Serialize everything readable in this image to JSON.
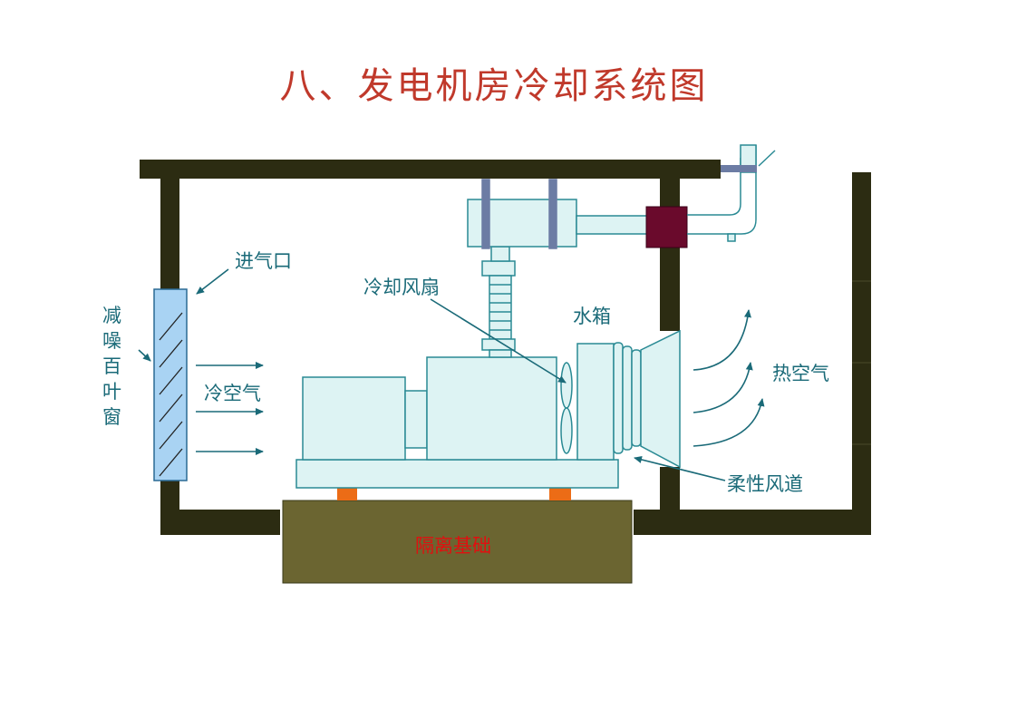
{
  "title": "八、发电机房冷却系统图",
  "labels": {
    "intake": "进气口",
    "louver": "减噪百叶窗",
    "cold_air": "冷空气",
    "cooling_fan": "冷却风扇",
    "water_tank": "水箱",
    "hot_air": "热空气",
    "flexible_duct": "柔性风道",
    "foundation": "隔离基础"
  },
  "colors": {
    "title": "#c0392b",
    "label": "#1a6a78",
    "foundation_label": "#e01010",
    "wall": "#2c2c12",
    "equipment_fill": "#ddf3f3",
    "equipment_stroke": "#2a8a94",
    "foundation": "#6b6531",
    "pad": "#ec6c16",
    "louver_fill": "#a9d3f3",
    "muffler": "#6a0a2c",
    "pipe_bracket": "#6c7ca4",
    "arrow": "#1a6a78"
  }
}
